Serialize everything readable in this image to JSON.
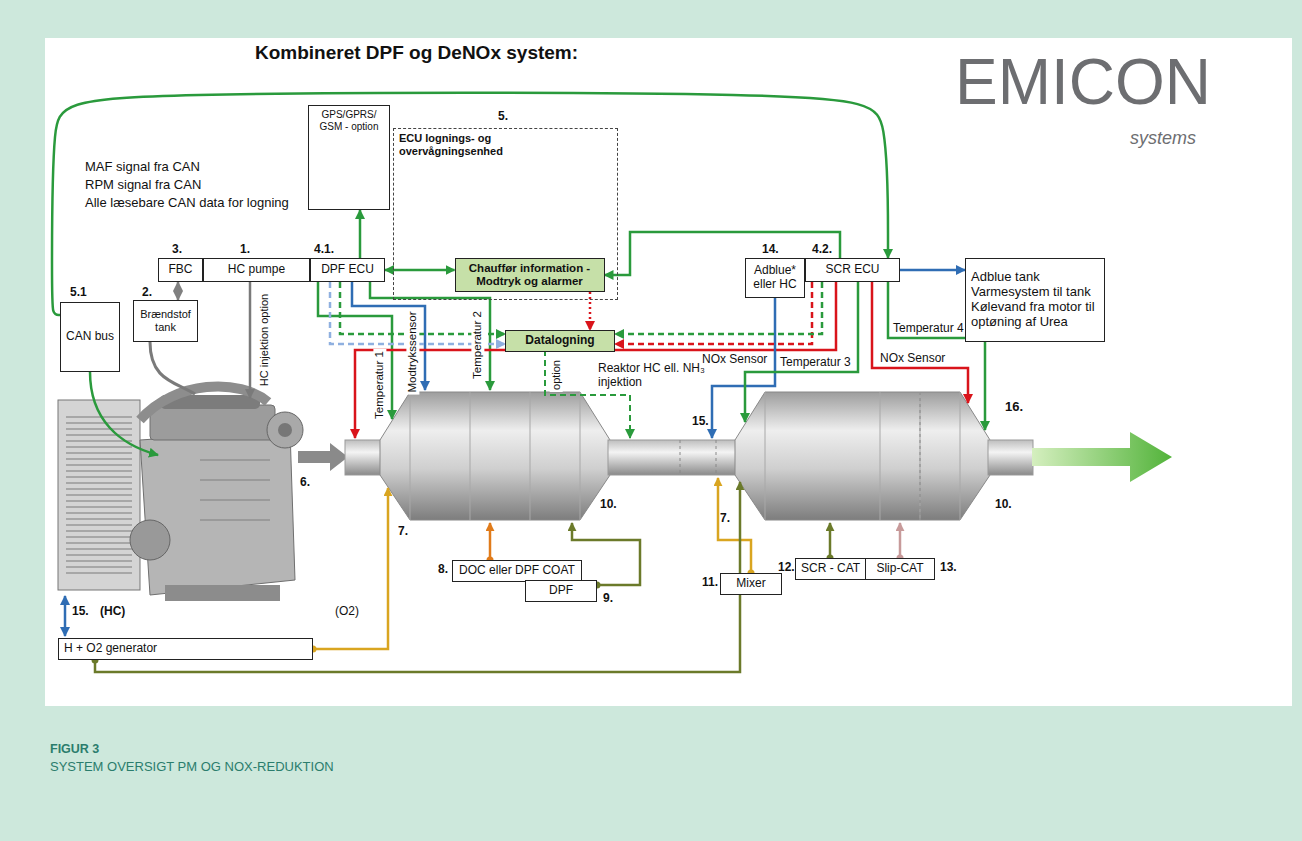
{
  "diagram": {
    "title": "Kombineret DPF og DeNOx system:",
    "caption": "SYSTEM OVERSIGT PM OG NOX-REDUKTION",
    "nodes": [
      {
        "text": [
          "GPS/GPRS/ GSM - option"
        ]
      },
      {
        "text": [
          "FBC"
        ]
      },
      {
        "text": [
          "HC pumpe"
        ]
      },
      {
        "text": [
          "DPF ECU"
        ]
      },
      {
        "text": [
          "ECU lognings- og overvågningsenhed"
        ]
      },
      {
        "text": [
          "Chauffør information - Modtryk og alarmer"
        ],
        "in": 4
      },
      {
        "text": [
          "Datalogning"
        ]
      },
      {
        "text": [
          "Adblue* eller HC"
        ]
      },
      {
        "text": [
          "SCR ECU"
        ]
      },
      {
        "text": [
          "Adblue tank Varmesystem til tank Kølevand fra motor til optøning af Urea"
        ]
      },
      {
        "text": [
          "CAN bus"
        ]
      },
      {
        "text": [
          "Brændstof tank"
        ]
      },
      {
        "text": [
          "DOC eller DPF COAT"
        ]
      },
      {
        "text": [
          "DPF"
        ]
      },
      {
        "text": [
          "Mixer"
        ]
      },
      {
        "text": [
          "SCR - CAT"
        ]
      },
      {
        "text": [
          "Slip-CAT"
        ]
      },
      {
        "text": [
          "H + O2 generator"
        ]
      }
    ],
    "edges": [
      {
        "from": 3,
        "to": 0,
        "arrow": "to"
      },
      {
        "from": 10,
        "to": 8,
        "arrow": "to"
      },
      {
        "from": 1,
        "to": 11,
        "arrow": "both"
      },
      {
        "from": 3,
        "to": 5,
        "arrow": "both"
      },
      {
        "from": 8,
        "to": 5,
        "arrow": "to"
      },
      {
        "from": 5,
        "to": 6,
        "arrow": "to"
      },
      {
        "from": 3,
        "to": 6,
        "arrow": "to"
      },
      {
        "from": 3,
        "to": 6,
        "arrow": "to"
      },
      {
        "from": 8,
        "to": 6,
        "arrow": "to"
      },
      {
        "from": 8,
        "to": 6,
        "arrow": "to"
      },
      {
        "from": 8,
        "to": 9,
        "arrow": "to"
      }
    ],
    "labels": [
      "MAF signal fra CAN",
      "RPM signal fra CAN",
      "Alle læsebare CAN data for logning",
      "3.",
      "1.",
      "4.1.",
      "5.",
      "14.",
      "4.2.",
      "5.1",
      "2.",
      "HC injektion option",
      "Temperatur 1",
      "Modtrykssensor",
      "Temperatur 2",
      "option",
      "NOx Sensor",
      "Reaktor HC ell. NH₃ injektion",
      "Temperatur 3",
      "Temperatur 4",
      "NOx Sensor",
      "16.",
      "6.",
      "15.",
      "7.",
      "10.",
      "7.",
      "10.",
      "15.",
      "(HC)",
      "(O2)",
      "8.",
      "9.",
      "11.",
      "12.",
      "13.",
      "FIGUR 3",
      "EMICON",
      "systems"
    ]
  }
}
